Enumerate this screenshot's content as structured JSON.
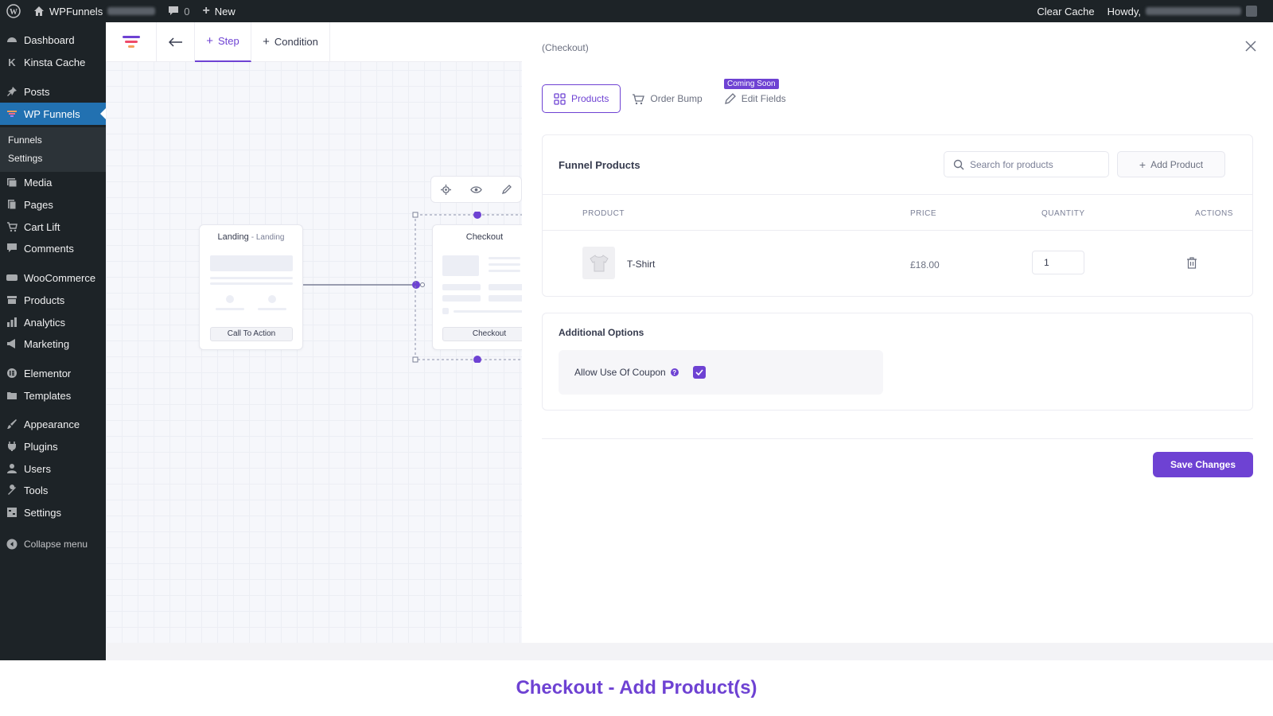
{
  "adminbar": {
    "site_name": "WPFunnels",
    "comments_count": "0",
    "new_label": "New",
    "clear_cache": "Clear Cache",
    "howdy": "Howdy,"
  },
  "sidebar": {
    "items": [
      {
        "label": "Dashboard",
        "icon": "dashboard-icon"
      },
      {
        "label": "Kinsta Cache",
        "icon": "kinsta-icon"
      },
      {
        "label": "Posts",
        "icon": "pin-icon"
      },
      {
        "label": "WP Funnels",
        "icon": "funnel-icon"
      },
      {
        "label": "Media",
        "icon": "media-icon"
      },
      {
        "label": "Pages",
        "icon": "pages-icon"
      },
      {
        "label": "Cart Lift",
        "icon": "cart-icon"
      },
      {
        "label": "Comments",
        "icon": "comment-icon"
      },
      {
        "label": "WooCommerce",
        "icon": "woo-icon"
      },
      {
        "label": "Products",
        "icon": "archive-icon"
      },
      {
        "label": "Analytics",
        "icon": "chart-icon"
      },
      {
        "label": "Marketing",
        "icon": "megaphone-icon"
      },
      {
        "label": "Elementor",
        "icon": "elementor-icon"
      },
      {
        "label": "Templates",
        "icon": "folder-icon"
      },
      {
        "label": "Appearance",
        "icon": "brush-icon"
      },
      {
        "label": "Plugins",
        "icon": "plugin-icon"
      },
      {
        "label": "Users",
        "icon": "user-icon"
      },
      {
        "label": "Tools",
        "icon": "wrench-icon"
      },
      {
        "label": "Settings",
        "icon": "settings-icon"
      }
    ],
    "submenu": [
      "Funnels",
      "Settings"
    ],
    "collapse": "Collapse menu"
  },
  "canvas": {
    "step_label": "Step",
    "condition_label": "Condition",
    "landing_title": "Landing",
    "landing_sub": "Landing",
    "landing_button": "Call To Action",
    "checkout_title": "Checkout",
    "checkout_button": "Checkout"
  },
  "panel": {
    "label": "(Checkout)",
    "tabs": {
      "products": "Products",
      "order_bump": "Order Bump",
      "edit_fields": "Edit Fields",
      "coming_soon": "Coming Soon"
    },
    "funnel_products": {
      "title": "Funnel Products",
      "search_placeholder": "Search for products",
      "add_product": "Add Product",
      "columns": {
        "product": "PRODUCT",
        "price": "PRICE",
        "quantity": "QUANTITY",
        "actions": "ACTIONS"
      },
      "rows": [
        {
          "name": "T-Shirt",
          "price": "£18.00",
          "quantity": "1"
        }
      ]
    },
    "additional_options": {
      "title": "Additional Options",
      "coupon_label": "Allow Use Of Coupon",
      "coupon_checked": true
    },
    "save_label": "Save Changes"
  },
  "caption": "Checkout - Add Product(s)",
  "colors": {
    "accent": "#6e42d3",
    "wp_dark": "#1d2327",
    "wp_blue": "#2271b1"
  }
}
